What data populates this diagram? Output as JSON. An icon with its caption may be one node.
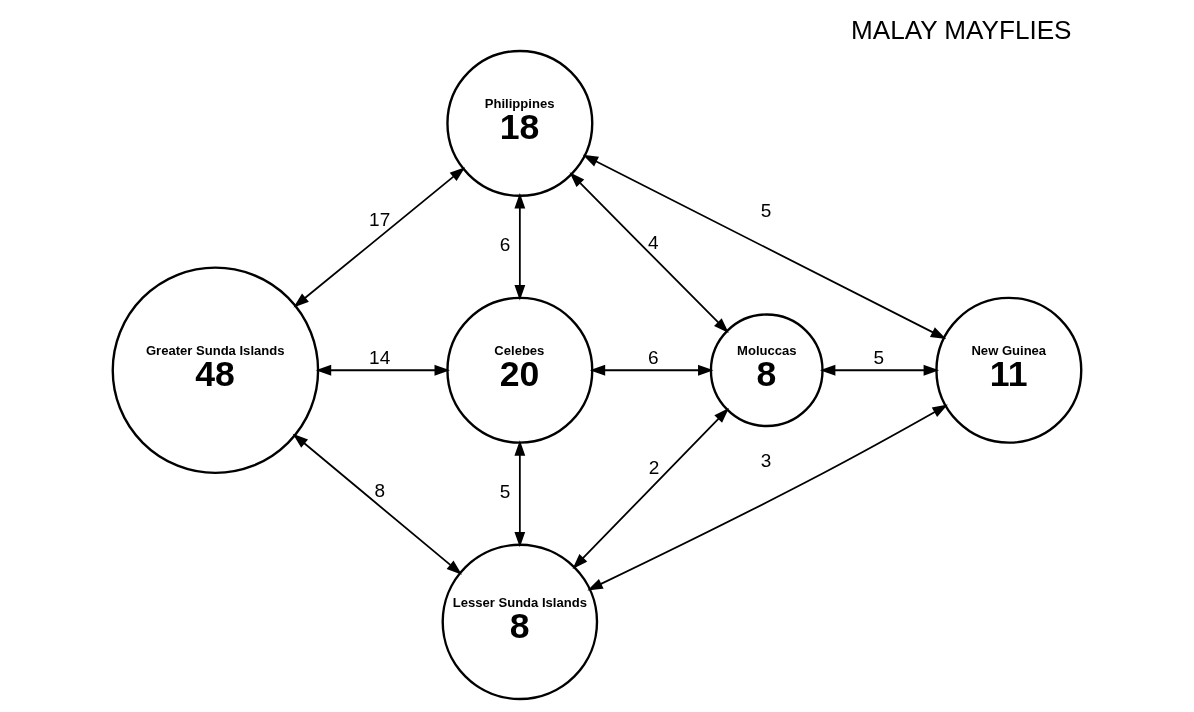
{
  "diagram": {
    "title": "MALAY MAYFLIES",
    "nodes": [
      {
        "text": [
          "Philippines",
          "18"
        ]
      },
      {
        "text": [
          "Greater Sunda Islands",
          "48"
        ]
      },
      {
        "text": [
          "Celebes",
          "20"
        ]
      },
      {
        "text": [
          "Moluccas",
          "8"
        ]
      },
      {
        "text": [
          "New Guinea",
          "11"
        ]
      },
      {
        "text": [
          "Lesser Sunda Islands",
          "8"
        ]
      }
    ],
    "edges": [
      {
        "from": 0,
        "to": 1,
        "arrow": "both",
        "label": "17"
      },
      {
        "from": 0,
        "to": 2,
        "arrow": "both",
        "label": "6"
      },
      {
        "from": 0,
        "to": 3,
        "arrow": "both",
        "label": "4"
      },
      {
        "from": 0,
        "to": 4,
        "arrow": "both",
        "label": "5"
      },
      {
        "from": 1,
        "to": 2,
        "arrow": "both",
        "label": "14"
      },
      {
        "from": 2,
        "to": 3,
        "arrow": "both",
        "label": "6"
      },
      {
        "from": 3,
        "to": 4,
        "arrow": "both",
        "label": "5"
      },
      {
        "from": 1,
        "to": 5,
        "arrow": "both",
        "label": "8"
      },
      {
        "from": 2,
        "to": 5,
        "arrow": "both",
        "label": "5"
      },
      {
        "from": 5,
        "to": 3,
        "arrow": "both",
        "label": "2"
      },
      {
        "from": 5,
        "to": 4,
        "arrow": "both",
        "label": "3"
      }
    ]
  }
}
